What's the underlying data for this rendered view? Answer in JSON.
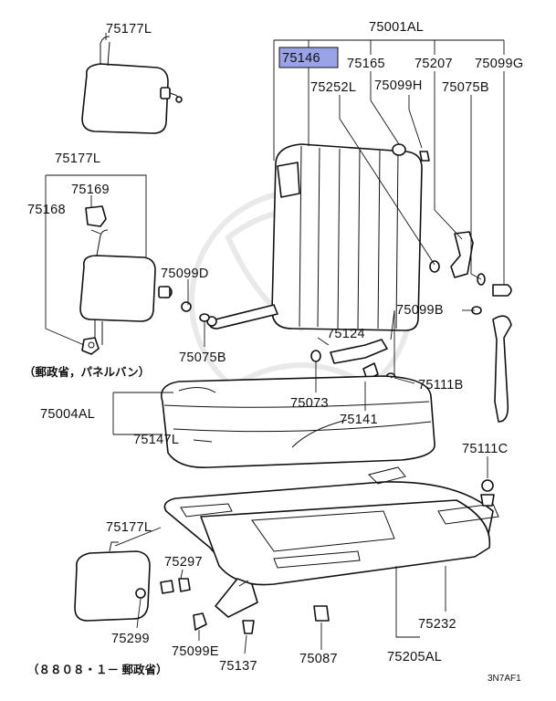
{
  "diagram": {
    "highlight_color": "#9aa2e8",
    "highlighted_part": "75146",
    "labels": {
      "p75177L_a": "75177L",
      "p75001AL": "75001AL",
      "p75146": "75146",
      "p75165": "75165",
      "p75207": "75207",
      "p75099G": "75099G",
      "p75252L": "75252L",
      "p75099H": "75099H",
      "p75075B_a": "75075B",
      "p75177L_b": "75177L",
      "p75169": "75169",
      "p75168": "75168",
      "p75099D": "75099D",
      "p75075B_b": "75075B",
      "p75099B": "75099B",
      "p75124": "75124",
      "p75111B": "75111B",
      "p75004AL": "75004AL",
      "p75073": "75073",
      "p75141": "75141",
      "p75147L": "75147L",
      "p75111C": "75111C",
      "p75177L_c": "75177L",
      "p75297": "75297",
      "p75299": "75299",
      "p75099E": "75099E",
      "p75137": "75137",
      "p75087": "75087",
      "p75232": "75232",
      "p75205AL": "75205AL"
    },
    "notes": {
      "panel_van": "（郵政省，パネルバン）",
      "date_note": "（８８０８・１－ 郵政省）",
      "diagram_code": "3N7AF1"
    }
  }
}
